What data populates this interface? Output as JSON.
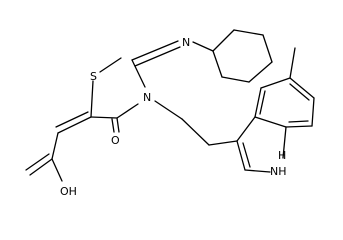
{
  "molecule": {
    "atom_labels": {
      "sulfur": "S",
      "imine_n": "N",
      "ring_n": "N",
      "ketone_o": "O",
      "acid_oh": "OH",
      "indole_nh": "NH",
      "indole_h": "H"
    },
    "colors": {
      "bond": "#000000",
      "label": "#000000",
      "background": "#ffffff"
    }
  }
}
